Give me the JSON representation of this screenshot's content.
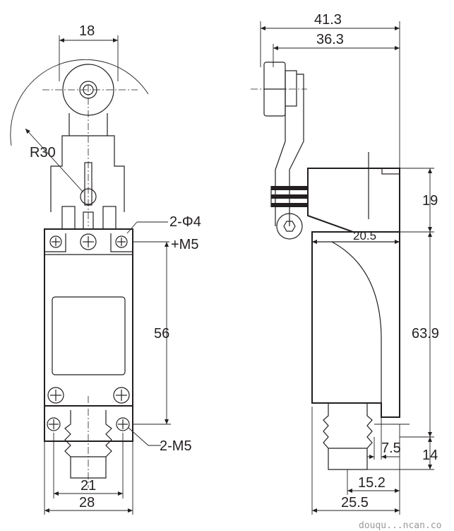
{
  "front_view": {
    "dim_width_top": "18",
    "dim_radius": "R30",
    "dim_holes_top": "2-Φ4",
    "dim_thread_top": "+M5",
    "dim_height": "56",
    "dim_holes_bottom": "2-M5",
    "dim_width_bottom_inner": "21",
    "dim_width_bottom_outer": "28"
  },
  "side_view": {
    "dim_total_width": "41.3",
    "dim_lever_width": "36.3",
    "dim_head_height": "19",
    "dim_head_depth": "20.5",
    "dim_body_height": "63.9",
    "dim_plunger_offset": "7.5",
    "dim_plunger_height": "14",
    "dim_base_inner": "15.2",
    "dim_base_outer": "25.5"
  },
  "watermark": "douqu...ncan.co"
}
